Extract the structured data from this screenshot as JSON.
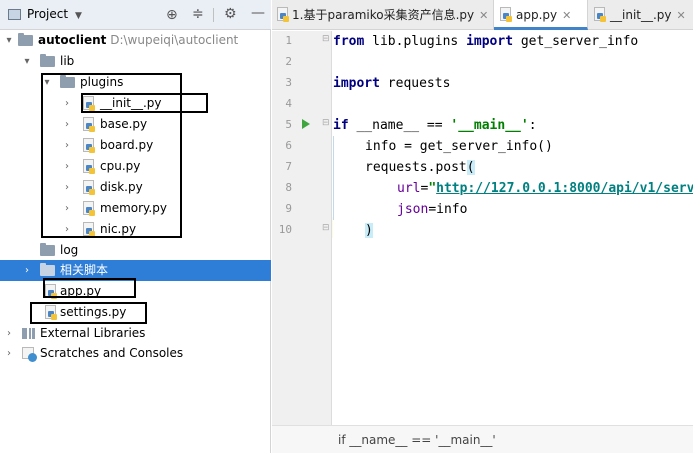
{
  "project": {
    "title": "Project",
    "root_name": "autoclient",
    "root_path": "D:\\wupeiqi\\autoclient",
    "lib": "lib",
    "plugins": "plugins",
    "plugin_files": [
      "__init__.py",
      "base.py",
      "board.py",
      "cpu.py",
      "disk.py",
      "memory.py",
      "nic.py"
    ],
    "log": "log",
    "scripts": "相关脚本",
    "app": "app.py",
    "settings": "settings.py",
    "external": "External Libraries",
    "scratches": "Scratches and Consoles"
  },
  "tabs": [
    {
      "label": "1.基于paramiko采集资产信息.py"
    },
    {
      "label": "app.py"
    },
    {
      "label": "__init__.py"
    }
  ],
  "editor": {
    "line_numbers": [
      "1",
      "2",
      "3",
      "4",
      "5",
      "6",
      "7",
      "8",
      "9",
      "10"
    ],
    "status_text": "if __name__ == '__main__'"
  },
  "colors": {
    "selection": "#2e7dd7",
    "keyword": "#000080",
    "string": "#008000",
    "url": "#008080",
    "param": "#660099",
    "current_line": "#fdfae6"
  }
}
